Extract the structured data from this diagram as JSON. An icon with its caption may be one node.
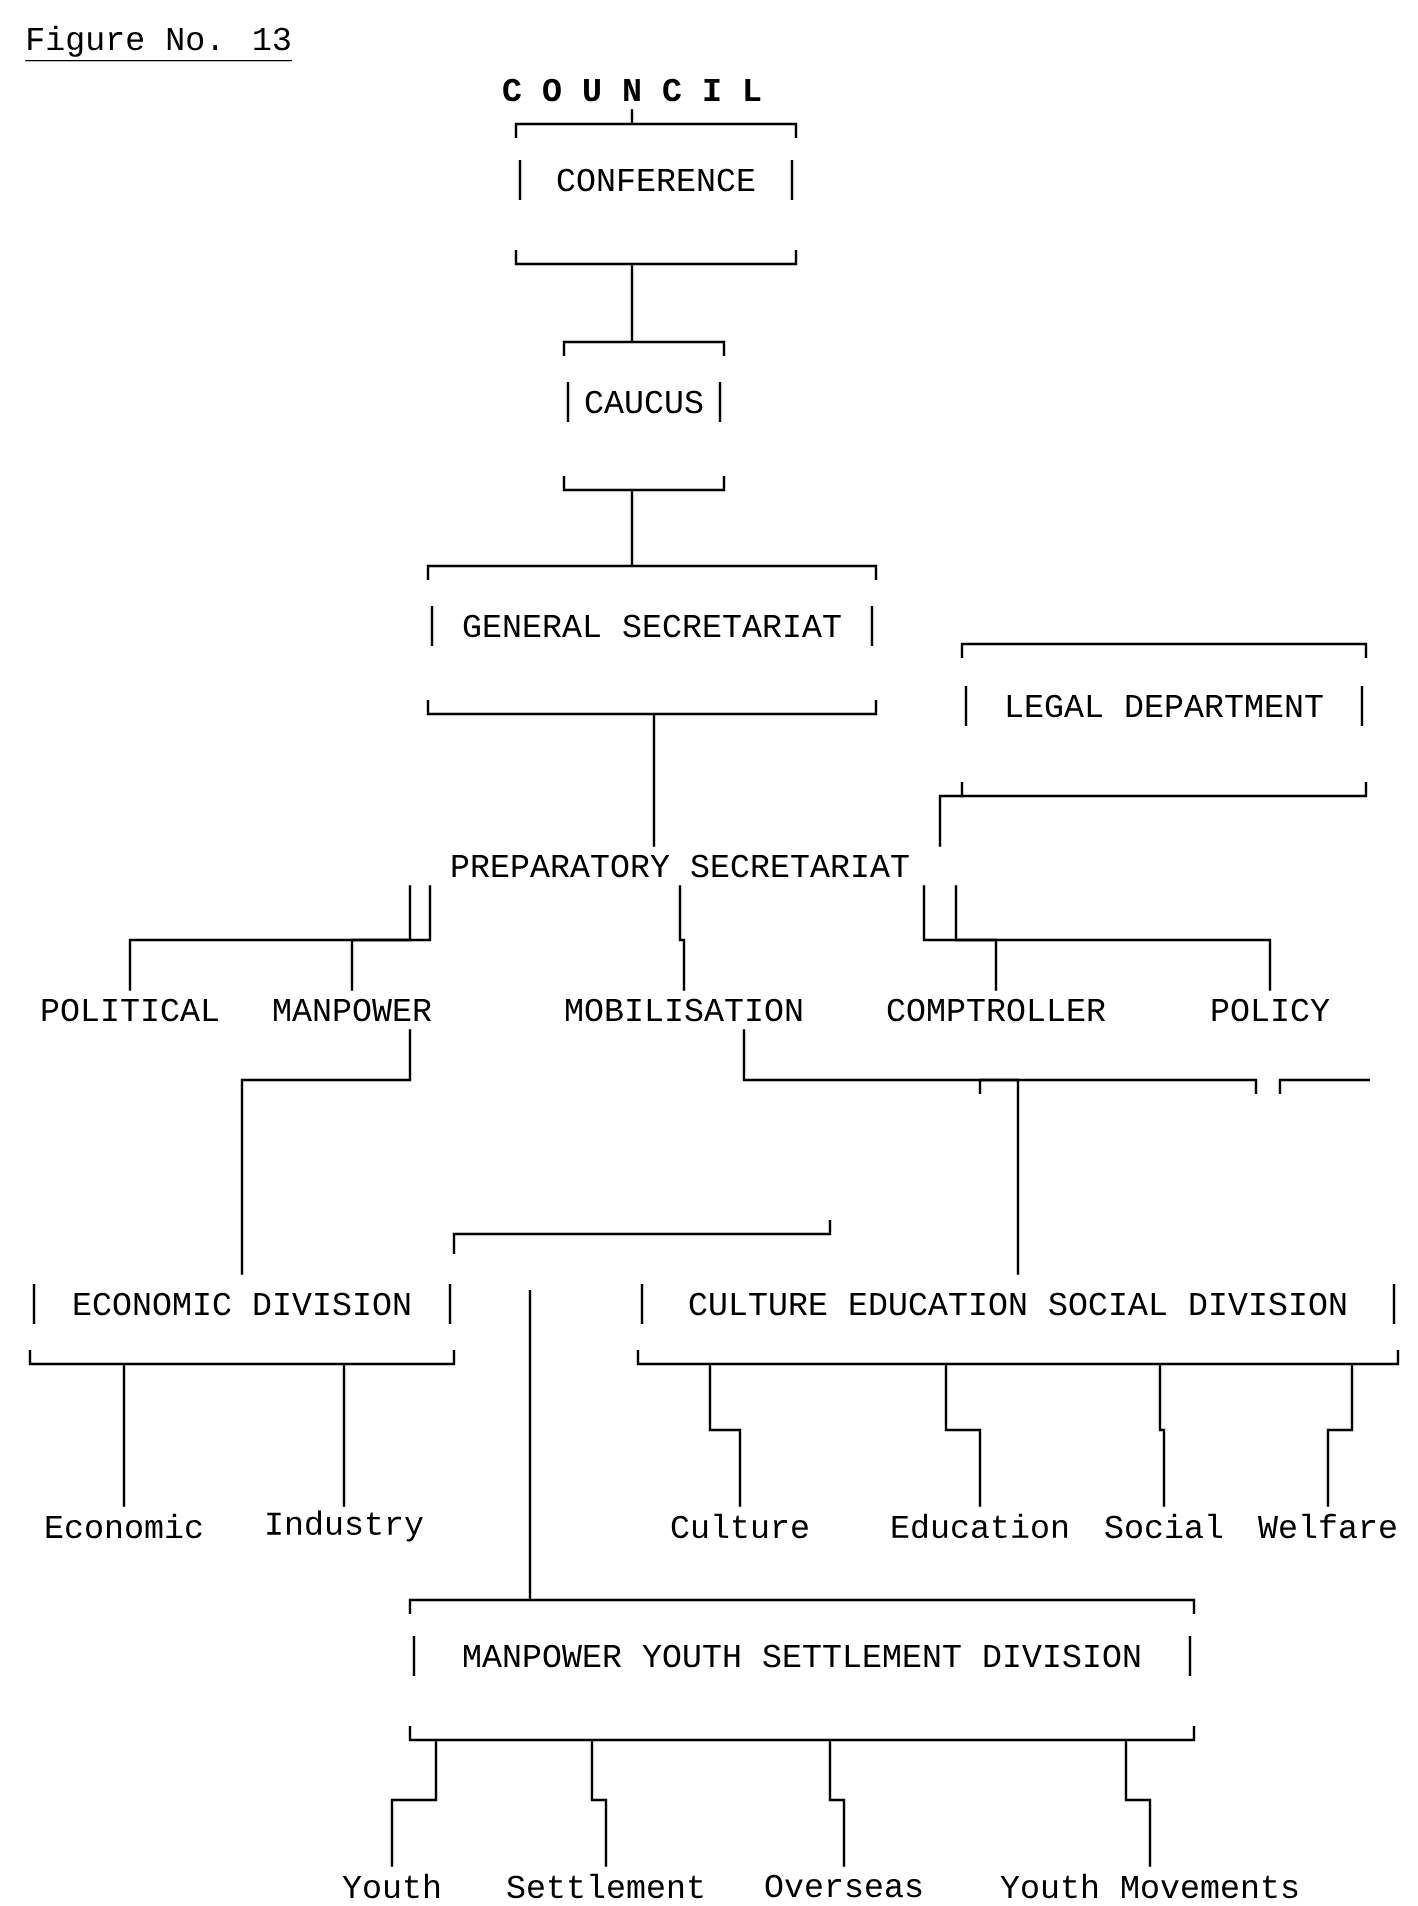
{
  "diagram": {
    "title": "Figure No. 13",
    "nodes": [
      {
        "text": [
          "C O U N C I L"
        ]
      },
      {
        "text": [
          "CONFERENCE"
        ]
      },
      {
        "text": [
          "CAUCUS"
        ]
      },
      {
        "text": [
          "GENERAL SECRETARIAT"
        ]
      },
      {
        "text": [
          "LEGAL DEPARTMENT"
        ]
      },
      {
        "text": [
          "PREPARATORY SECRETARIAT"
        ]
      },
      {
        "text": [
          "POLITICAL"
        ]
      },
      {
        "text": [
          "MANPOWER"
        ]
      },
      {
        "text": [
          "MOBILISATION"
        ]
      },
      {
        "text": [
          "COMPTROLLER"
        ]
      },
      {
        "text": [
          "POLICY"
        ]
      },
      {
        "text": [
          "ECONOMIC DIVISION"
        ]
      },
      {
        "text": [
          "CULTURE EDUCATION SOCIAL DIVISION"
        ]
      },
      {
        "text": [
          "Economic"
        ]
      },
      {
        "text": [
          "Industry"
        ]
      },
      {
        "text": [
          "Culture"
        ]
      },
      {
        "text": [
          "Education"
        ]
      },
      {
        "text": [
          "Social"
        ]
      },
      {
        "text": [
          "Welfare"
        ]
      },
      {
        "text": [
          "MANPOWER YOUTH SETTLEMENT DIVISION"
        ]
      },
      {
        "text": [
          "Youth"
        ]
      },
      {
        "text": [
          "Settlement"
        ]
      },
      {
        "text": [
          "Overseas"
        ]
      },
      {
        "text": [
          "Youth Movements"
        ]
      }
    ],
    "edges": [
      {
        "from": 0,
        "to": 1,
        "arrow": "none"
      },
      {
        "from": 1,
        "to": 2,
        "arrow": "none"
      },
      {
        "from": 2,
        "to": 3,
        "arrow": "none"
      },
      {
        "from": 3,
        "to": 5,
        "arrow": "none"
      },
      {
        "from": 4,
        "to": 5,
        "arrow": "none"
      },
      {
        "from": 5,
        "to": 6,
        "arrow": "none"
      },
      {
        "from": 5,
        "to": 7,
        "arrow": "none"
      },
      {
        "from": 5,
        "to": 8,
        "arrow": "none"
      },
      {
        "from": 5,
        "to": 9,
        "arrow": "none"
      },
      {
        "from": 5,
        "to": 10,
        "arrow": "none"
      },
      {
        "from": 7,
        "to": 11,
        "arrow": "none"
      },
      {
        "from": 8,
        "to": 12,
        "arrow": "none"
      },
      {
        "from": null,
        "to": 19,
        "arrow": "none"
      },
      {
        "from": 11,
        "to": 13,
        "arrow": "none"
      },
      {
        "from": 11,
        "to": 14,
        "arrow": "none"
      },
      {
        "from": 12,
        "to": 15,
        "arrow": "none"
      },
      {
        "from": 12,
        "to": 16,
        "arrow": "none"
      },
      {
        "from": 12,
        "to": 17,
        "arrow": "none"
      },
      {
        "from": 12,
        "to": 18,
        "arrow": "none"
      },
      {
        "from": 19,
        "to": 20,
        "arrow": "none"
      },
      {
        "from": 19,
        "to": 21,
        "arrow": "none"
      },
      {
        "from": 19,
        "to": 22,
        "arrow": "none"
      },
      {
        "from": 19,
        "to": 23,
        "arrow": "none"
      }
    ]
  }
}
